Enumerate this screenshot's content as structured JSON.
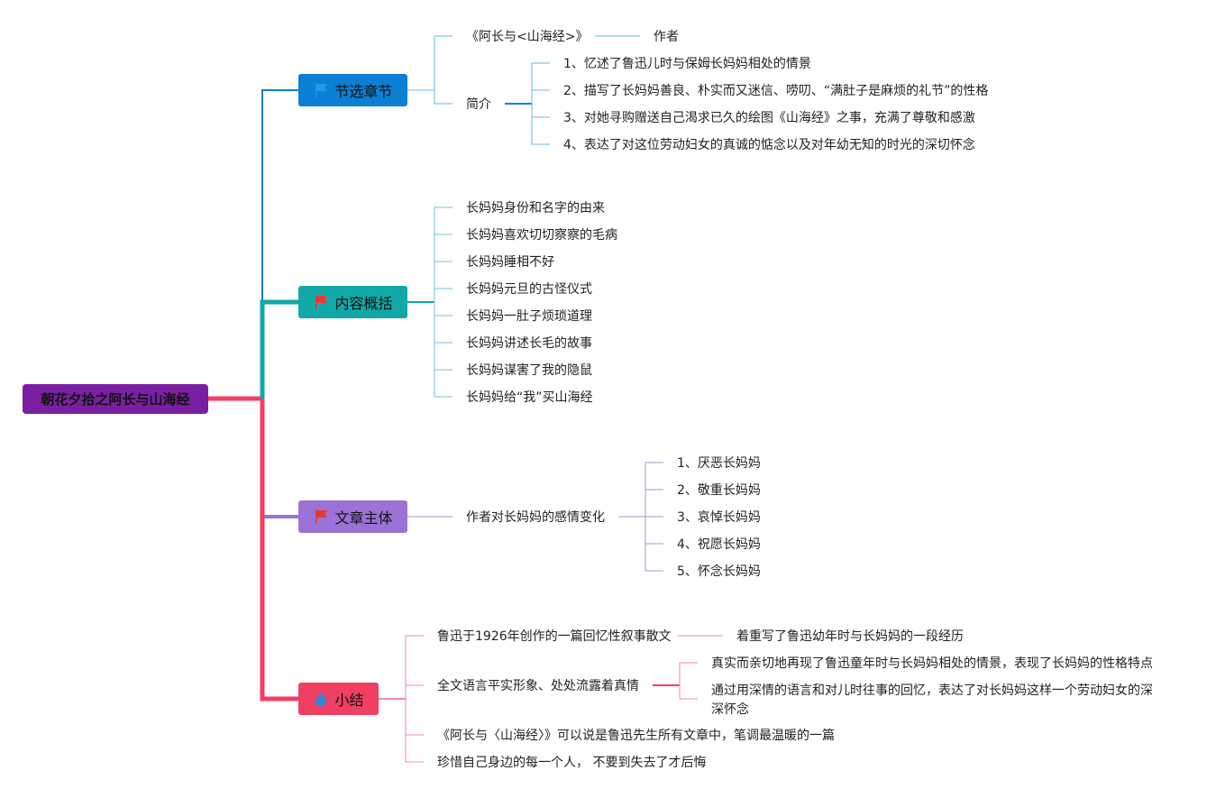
{
  "colors": {
    "root": "#7b1fa2",
    "b1": "#0b7fd3",
    "b2": "#11a8a8",
    "b3": "#9b72d6",
    "b4": "#ef3f62",
    "l1": "#6ab8e0",
    "l2": "#6fc5d6",
    "l3": "#a896d6",
    "l4": "#f08aa0",
    "flag_red": "#e8392f",
    "flag_blue": "#1f9be8",
    "fire_blue": "#2f86dd"
  },
  "root": {
    "label": "朝花夕拾之阿长与山海经"
  },
  "branches": [
    {
      "label": "节选章节",
      "icon": "flag-icon",
      "children": [
        {
          "label": "《阿长与<山海经>》",
          "children": [
            {
              "label": "作者"
            }
          ]
        },
        {
          "label": "简介",
          "children": [
            {
              "label": "1、忆述了鲁迅儿时与保姆长妈妈相处的情景"
            },
            {
              "label": "2、描写了长妈妈善良、朴实而又迷信、唠叨、“满肚子是麻烦的礼节”的性格"
            },
            {
              "label": "3、对她寻购赠送自己渴求已久的绘图《山海经》之事，充满了尊敬和感激"
            },
            {
              "label": "4、表达了对这位劳动妇女的真诚的惦念以及对年幼无知的时光的深切怀念"
            }
          ]
        }
      ]
    },
    {
      "label": "内容概括",
      "icon": "flag-icon",
      "children": [
        {
          "label": "长妈妈身份和名字的由来"
        },
        {
          "label": "长妈妈喜欢切切察察的毛病"
        },
        {
          "label": "长妈妈睡相不好"
        },
        {
          "label": "长妈妈元旦的古怪仪式"
        },
        {
          "label": "长妈妈一肚子烦琐道理"
        },
        {
          "label": "长妈妈讲述长毛的故事"
        },
        {
          "label": "长妈妈谋害了我的隐鼠"
        },
        {
          "label": "长妈妈给“我”买山海经"
        }
      ]
    },
    {
      "label": "文章主体",
      "icon": "flag-icon",
      "children": [
        {
          "label": "作者对长妈妈的感情变化",
          "children": [
            {
              "label": "1、厌恶长妈妈"
            },
            {
              "label": "2、敬重长妈妈"
            },
            {
              "label": "3、哀悼长妈妈"
            },
            {
              "label": "4、祝愿长妈妈"
            },
            {
              "label": "5、怀念长妈妈"
            }
          ]
        }
      ]
    },
    {
      "label": "小结",
      "icon": "fire-icon",
      "children": [
        {
          "label": "鲁迅于1926年创作的一篇回忆性叙事散文",
          "children": [
            {
              "label": "着重写了鲁迅幼年时与长妈妈的一段经历"
            }
          ]
        },
        {
          "label": "全文语言平实形象、处处流露着真情",
          "children": [
            {
              "label": "真实而亲切地再现了鲁迅童年时与长妈妈相处的情景，表现了长妈妈的性格特点"
            },
            {
              "label": "通过用深情的语言和对儿时往事的回忆，表达了对长妈妈这样一个劳动妇女的深深怀念"
            }
          ]
        },
        {
          "label": "《阿长与〈山海经〉》可以说是鲁迅先生所有文章中，笔调最温暖的一篇"
        },
        {
          "label": "珍惜自己身边的每一个人， 不要到失去了才后悔"
        }
      ]
    }
  ]
}
